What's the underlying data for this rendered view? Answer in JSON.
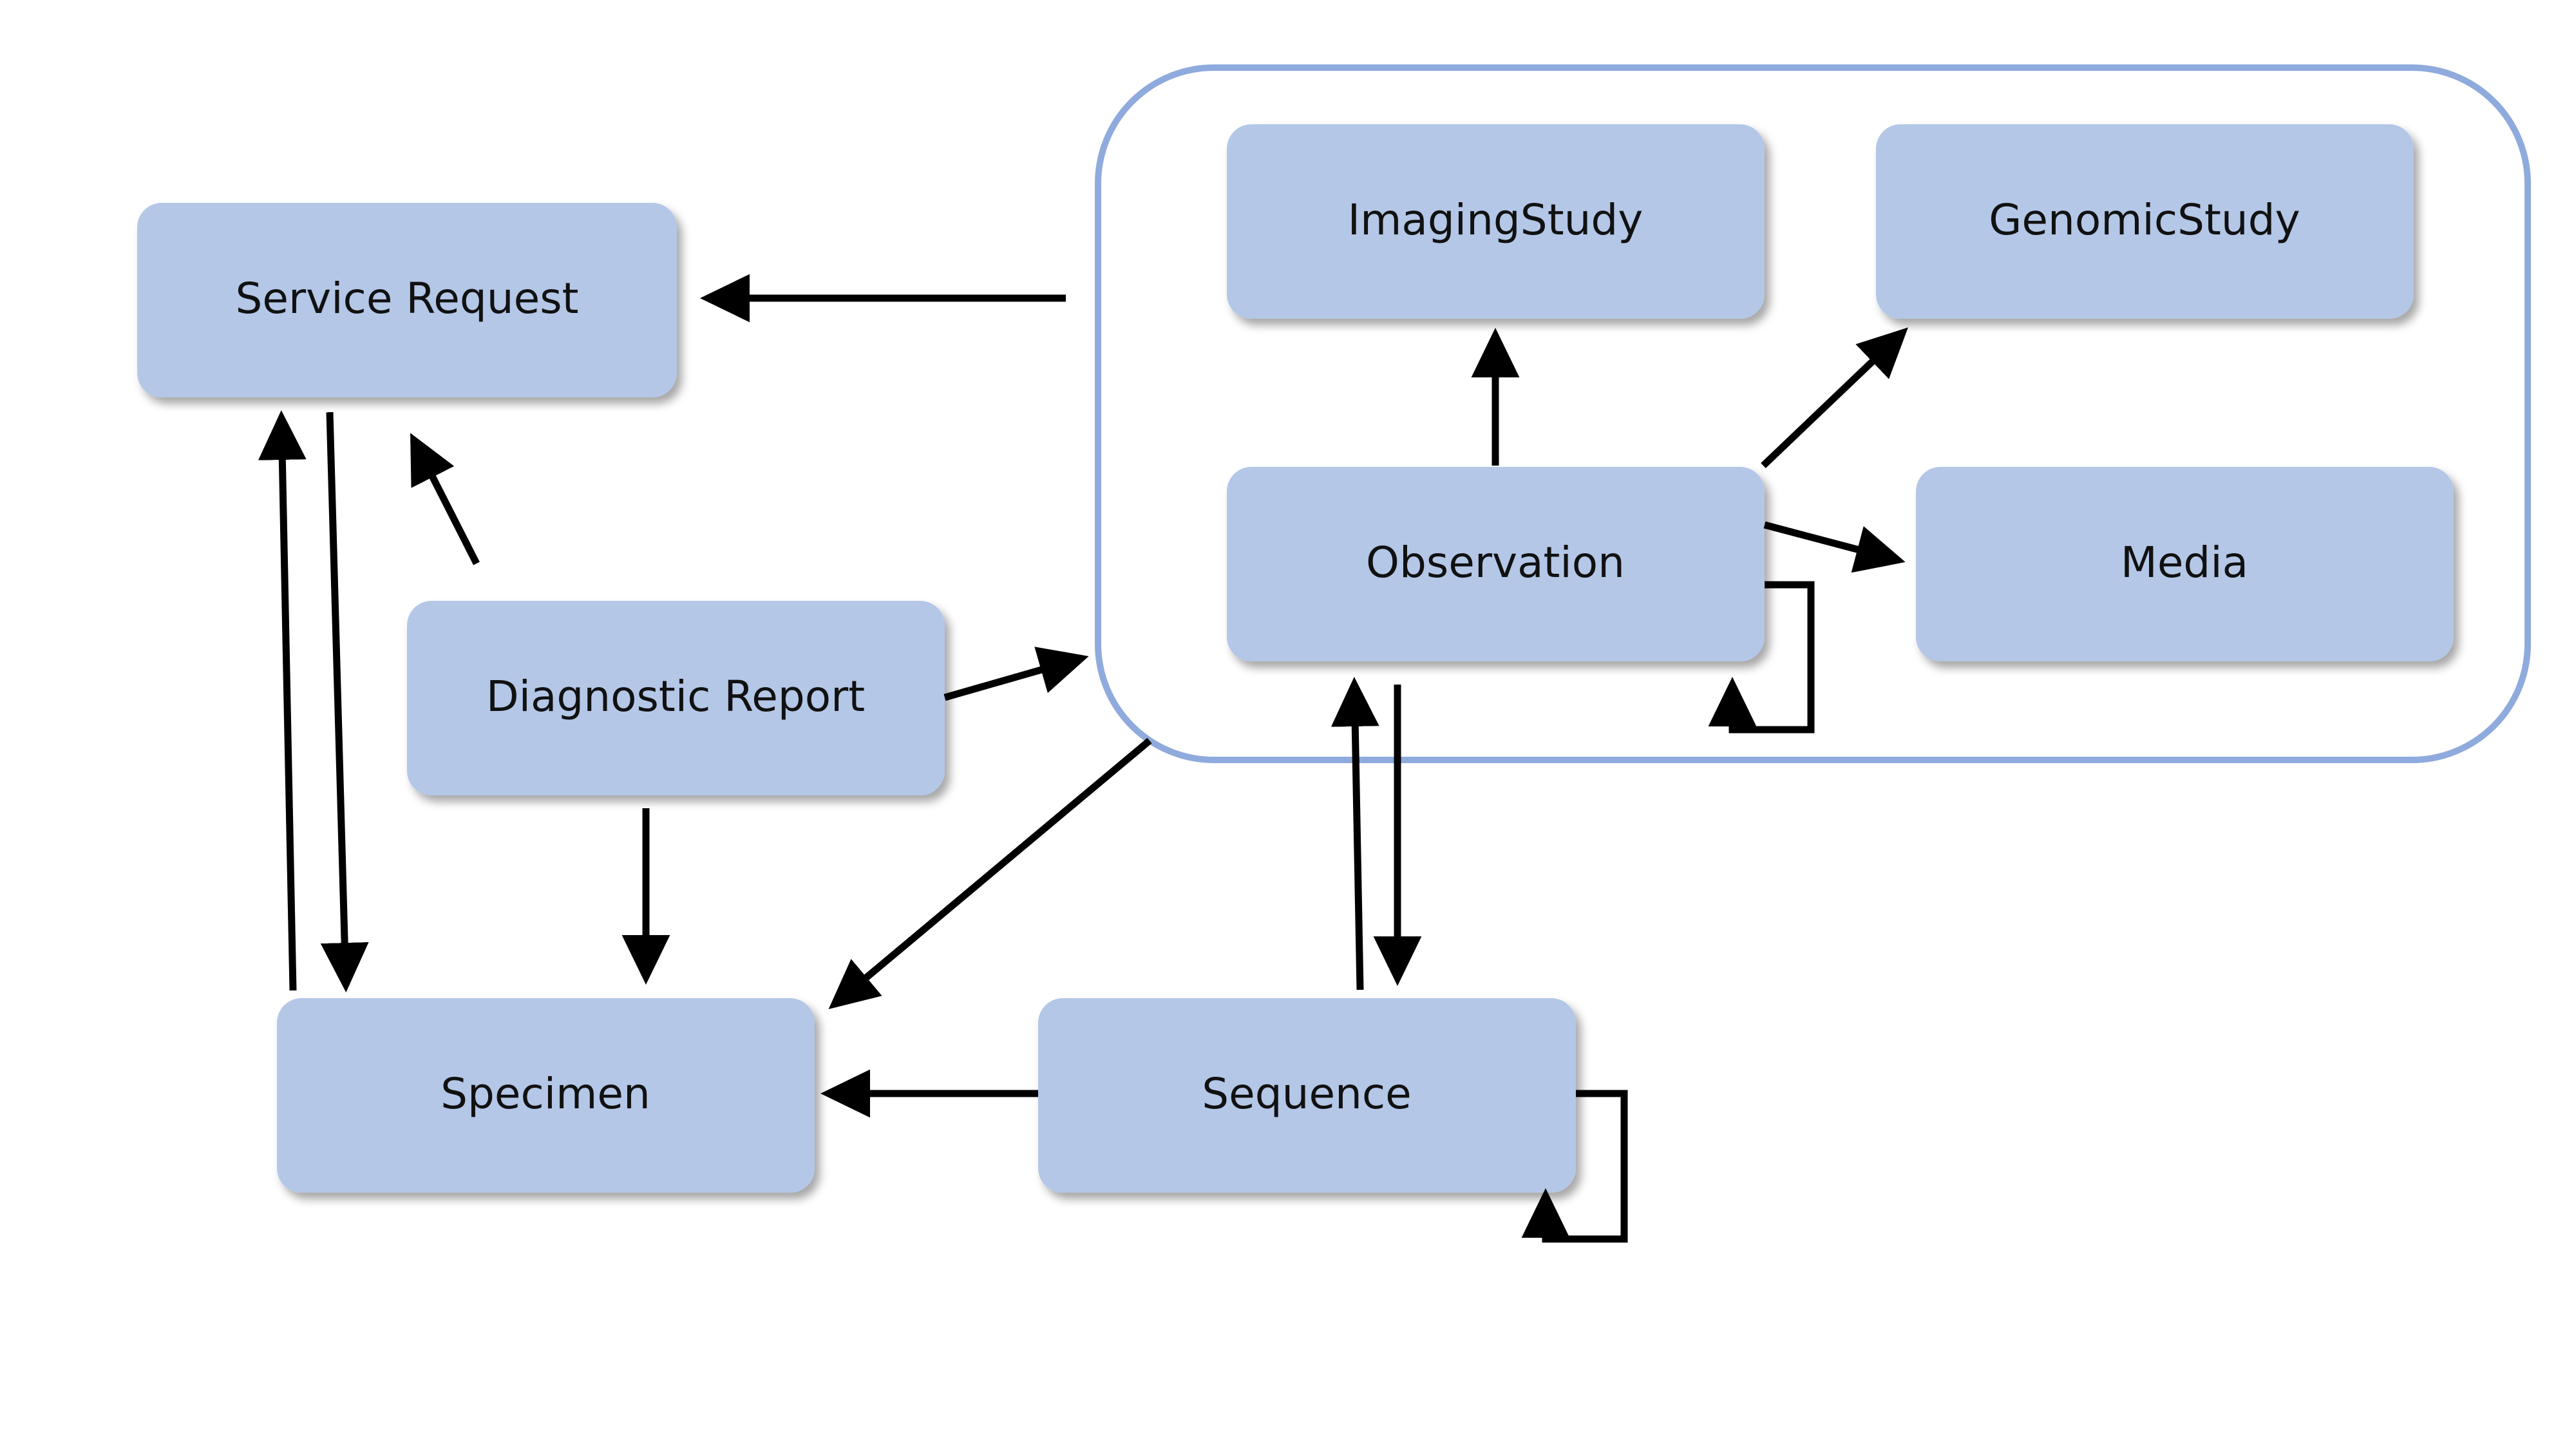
{
  "nodes": {
    "service_request": "Service Request",
    "diagnostic_report": "Diagnostic Report",
    "specimen": "Specimen",
    "sequence": "Sequence",
    "imaging_study": "ImagingStudy",
    "genomic_study": "GenomicStudy",
    "observation": "Observation",
    "media": "Media"
  },
  "colors": {
    "node_fill": "#b4c7e7",
    "group_border": "#8faadc",
    "arrow": "#000000"
  }
}
